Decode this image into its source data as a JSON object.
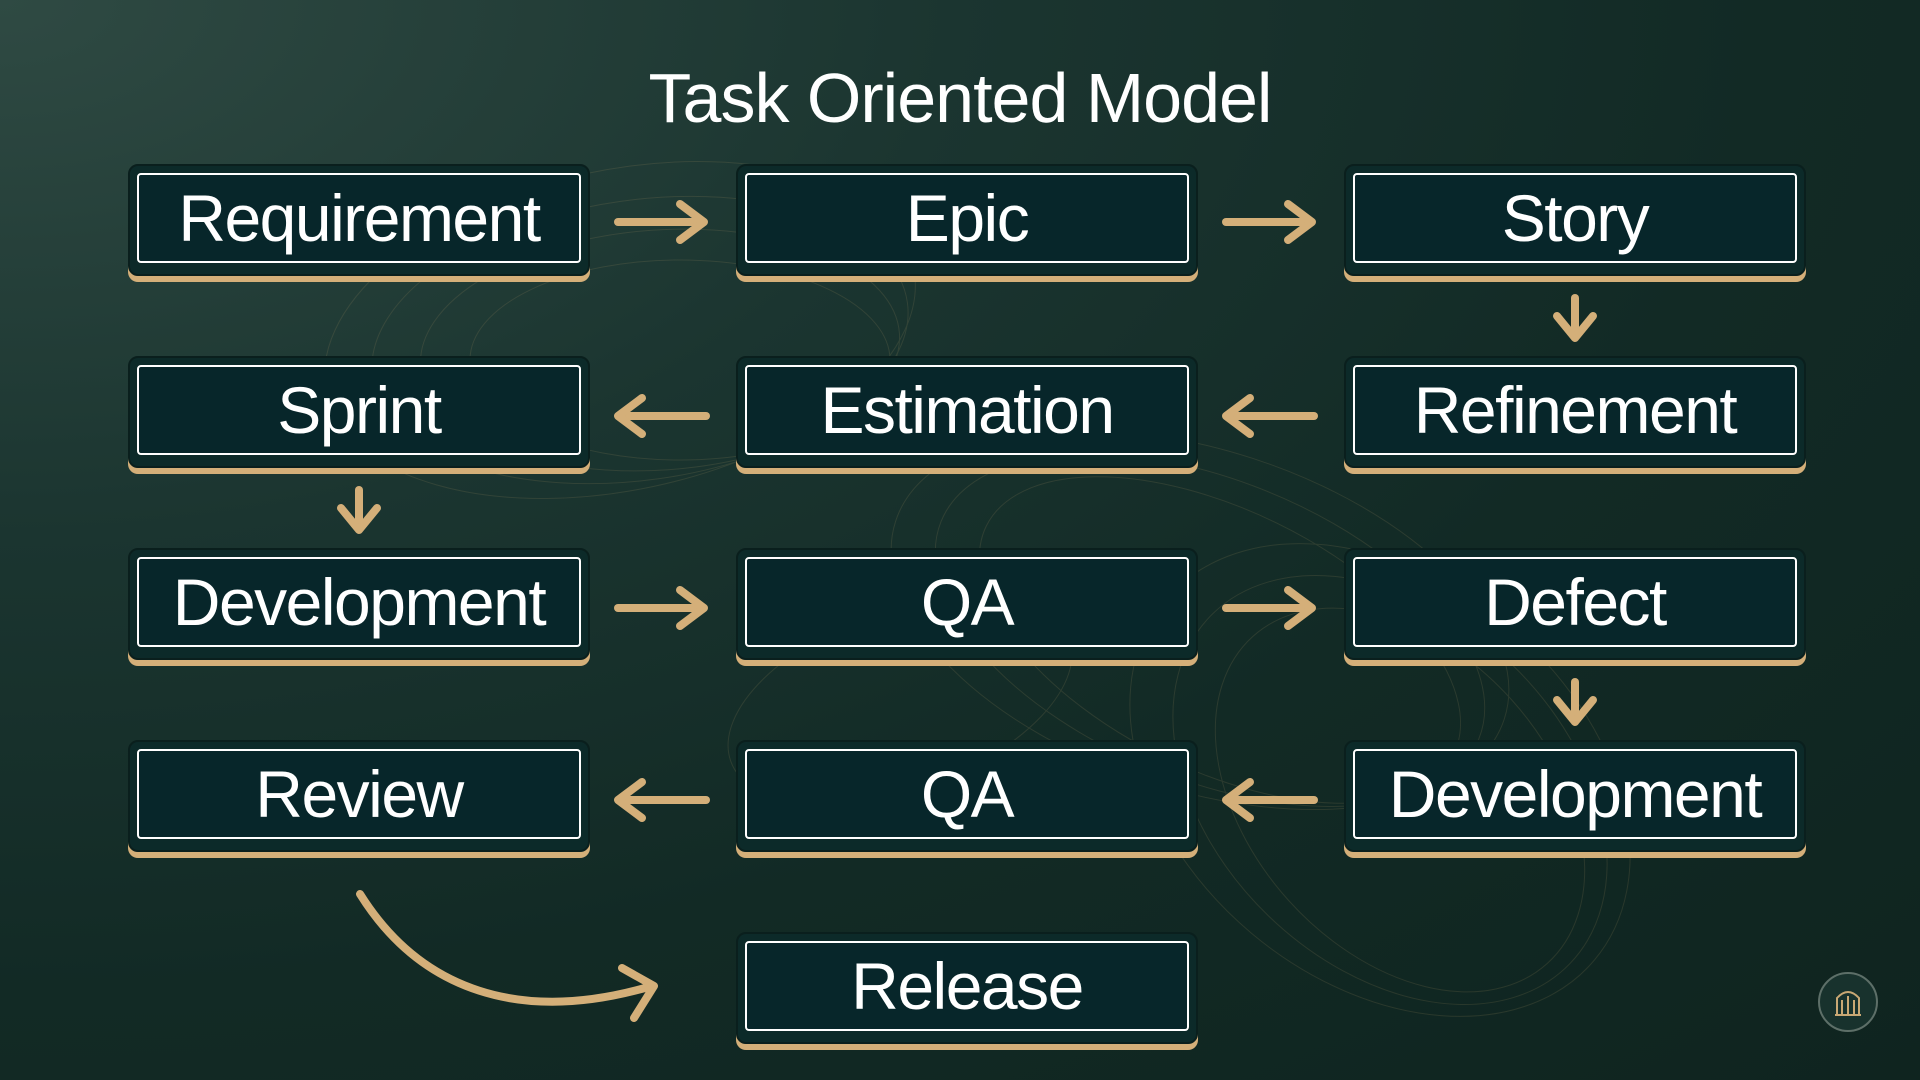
{
  "title": "Task Oriented Model",
  "nodes": [
    {
      "id": "requirement",
      "label": "Requirement"
    },
    {
      "id": "epic",
      "label": "Epic"
    },
    {
      "id": "story",
      "label": "Story"
    },
    {
      "id": "sprint",
      "label": "Sprint"
    },
    {
      "id": "estimation",
      "label": "Estimation"
    },
    {
      "id": "refinement",
      "label": "Refinement"
    },
    {
      "id": "development-1",
      "label": "Development"
    },
    {
      "id": "qa-1",
      "label": "QA"
    },
    {
      "id": "defect",
      "label": "Defect"
    },
    {
      "id": "review",
      "label": "Review"
    },
    {
      "id": "qa-2",
      "label": "QA"
    },
    {
      "id": "development-2",
      "label": "Development"
    },
    {
      "id": "release",
      "label": "Release"
    }
  ],
  "flow": [
    [
      "requirement",
      "epic"
    ],
    [
      "epic",
      "story"
    ],
    [
      "story",
      "refinement"
    ],
    [
      "refinement",
      "estimation"
    ],
    [
      "estimation",
      "sprint"
    ],
    [
      "sprint",
      "development-1"
    ],
    [
      "development-1",
      "qa-1"
    ],
    [
      "qa-1",
      "defect"
    ],
    [
      "defect",
      "development-2"
    ],
    [
      "development-2",
      "qa-2"
    ],
    [
      "qa-2",
      "review"
    ],
    [
      "review",
      "release"
    ]
  ],
  "colors": {
    "accent": "#d4af79",
    "node_fill": "#07262a",
    "background": "#16302b"
  },
  "logo": {
    "icon": "columns-logo-icon"
  }
}
